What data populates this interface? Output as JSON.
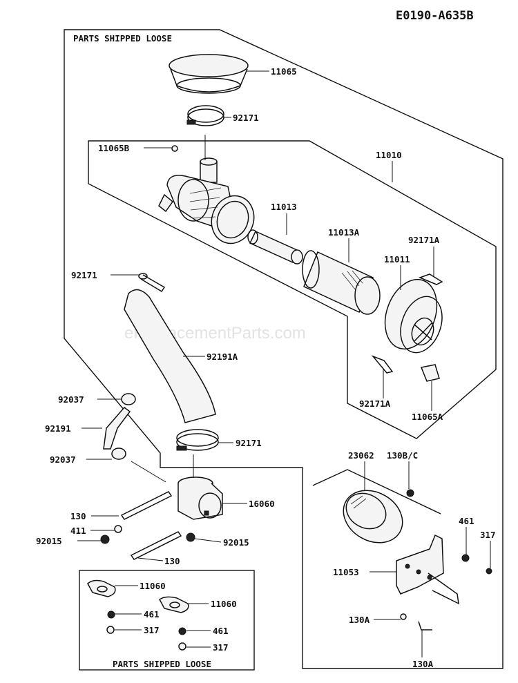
{
  "diagram": {
    "code": "E0190-A635B",
    "watermark": "eReplacementParts.com",
    "group_labels": {
      "shipped_loose_top": "PARTS SHIPPED LOOSE",
      "shipped_loose_bottom": "PARTS SHIPPED LOOSE"
    },
    "callouts": {
      "c11065": "11065",
      "c92171_top": "92171",
      "c11065b": "11065B",
      "c11010": "11010",
      "c11013": "11013",
      "c11013a": "11013A",
      "c92171a_top": "92171A",
      "c11011": "11011",
      "c92171_hose": "92171",
      "c92191a": "92191A",
      "c92171a_bottom": "92171A",
      "c11065a": "11065A",
      "c92037_top": "92037",
      "c92191": "92191",
      "c92171_lower": "92171",
      "c92037_bottom": "92037",
      "c23062": "23062",
      "c130bc": "130B/C",
      "c16060": "16060",
      "c130_upper": "130",
      "c411": "411",
      "c92015_left": "92015",
      "c92015_right": "92015",
      "c130_lower": "130",
      "c461_right": "461",
      "c317_right": "317",
      "c11053": "11053",
      "c130a_upper": "130A",
      "c130a_lower": "130A",
      "c11060_a": "11060",
      "c11060_b": "11060",
      "c461_a": "461",
      "c461_b": "461",
      "c317_a": "317",
      "c317_b": "317"
    }
  }
}
